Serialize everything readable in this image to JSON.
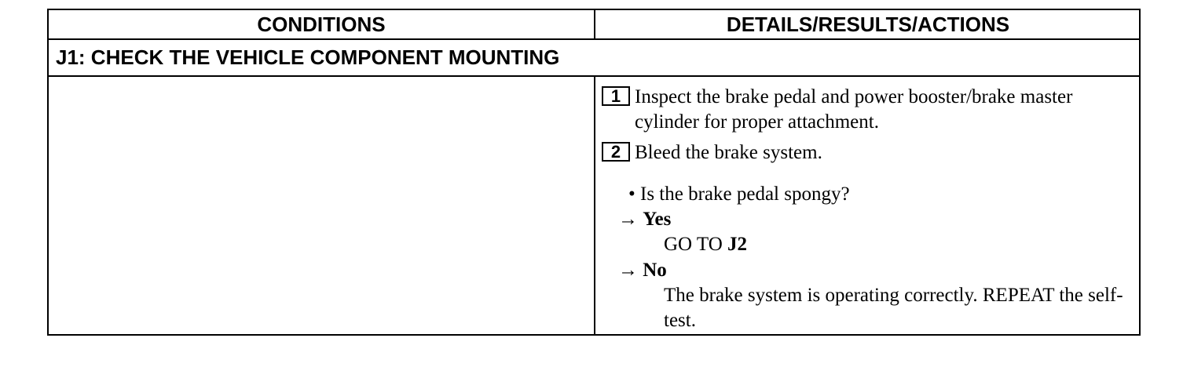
{
  "table": {
    "header": {
      "conditions": "CONDITIONS",
      "details": "DETAILS/RESULTS/ACTIONS"
    },
    "step_title": "J1: CHECK THE VEHICLE COMPONENT MOUNTING",
    "steps": [
      {
        "number": "1",
        "text": "Inspect the brake pedal and power booster/brake master cylinder for proper attachment."
      },
      {
        "number": "2",
        "text": "Bleed the brake system."
      }
    ],
    "question": "• Is the brake pedal spongy?",
    "answers": {
      "arrow": "→",
      "yes_label": "Yes",
      "yes_result_prefix": "GO TO ",
      "yes_result_target": "J2",
      "no_label": "No",
      "no_result": "The brake system is operating correctly. REPEAT the self-test."
    }
  }
}
